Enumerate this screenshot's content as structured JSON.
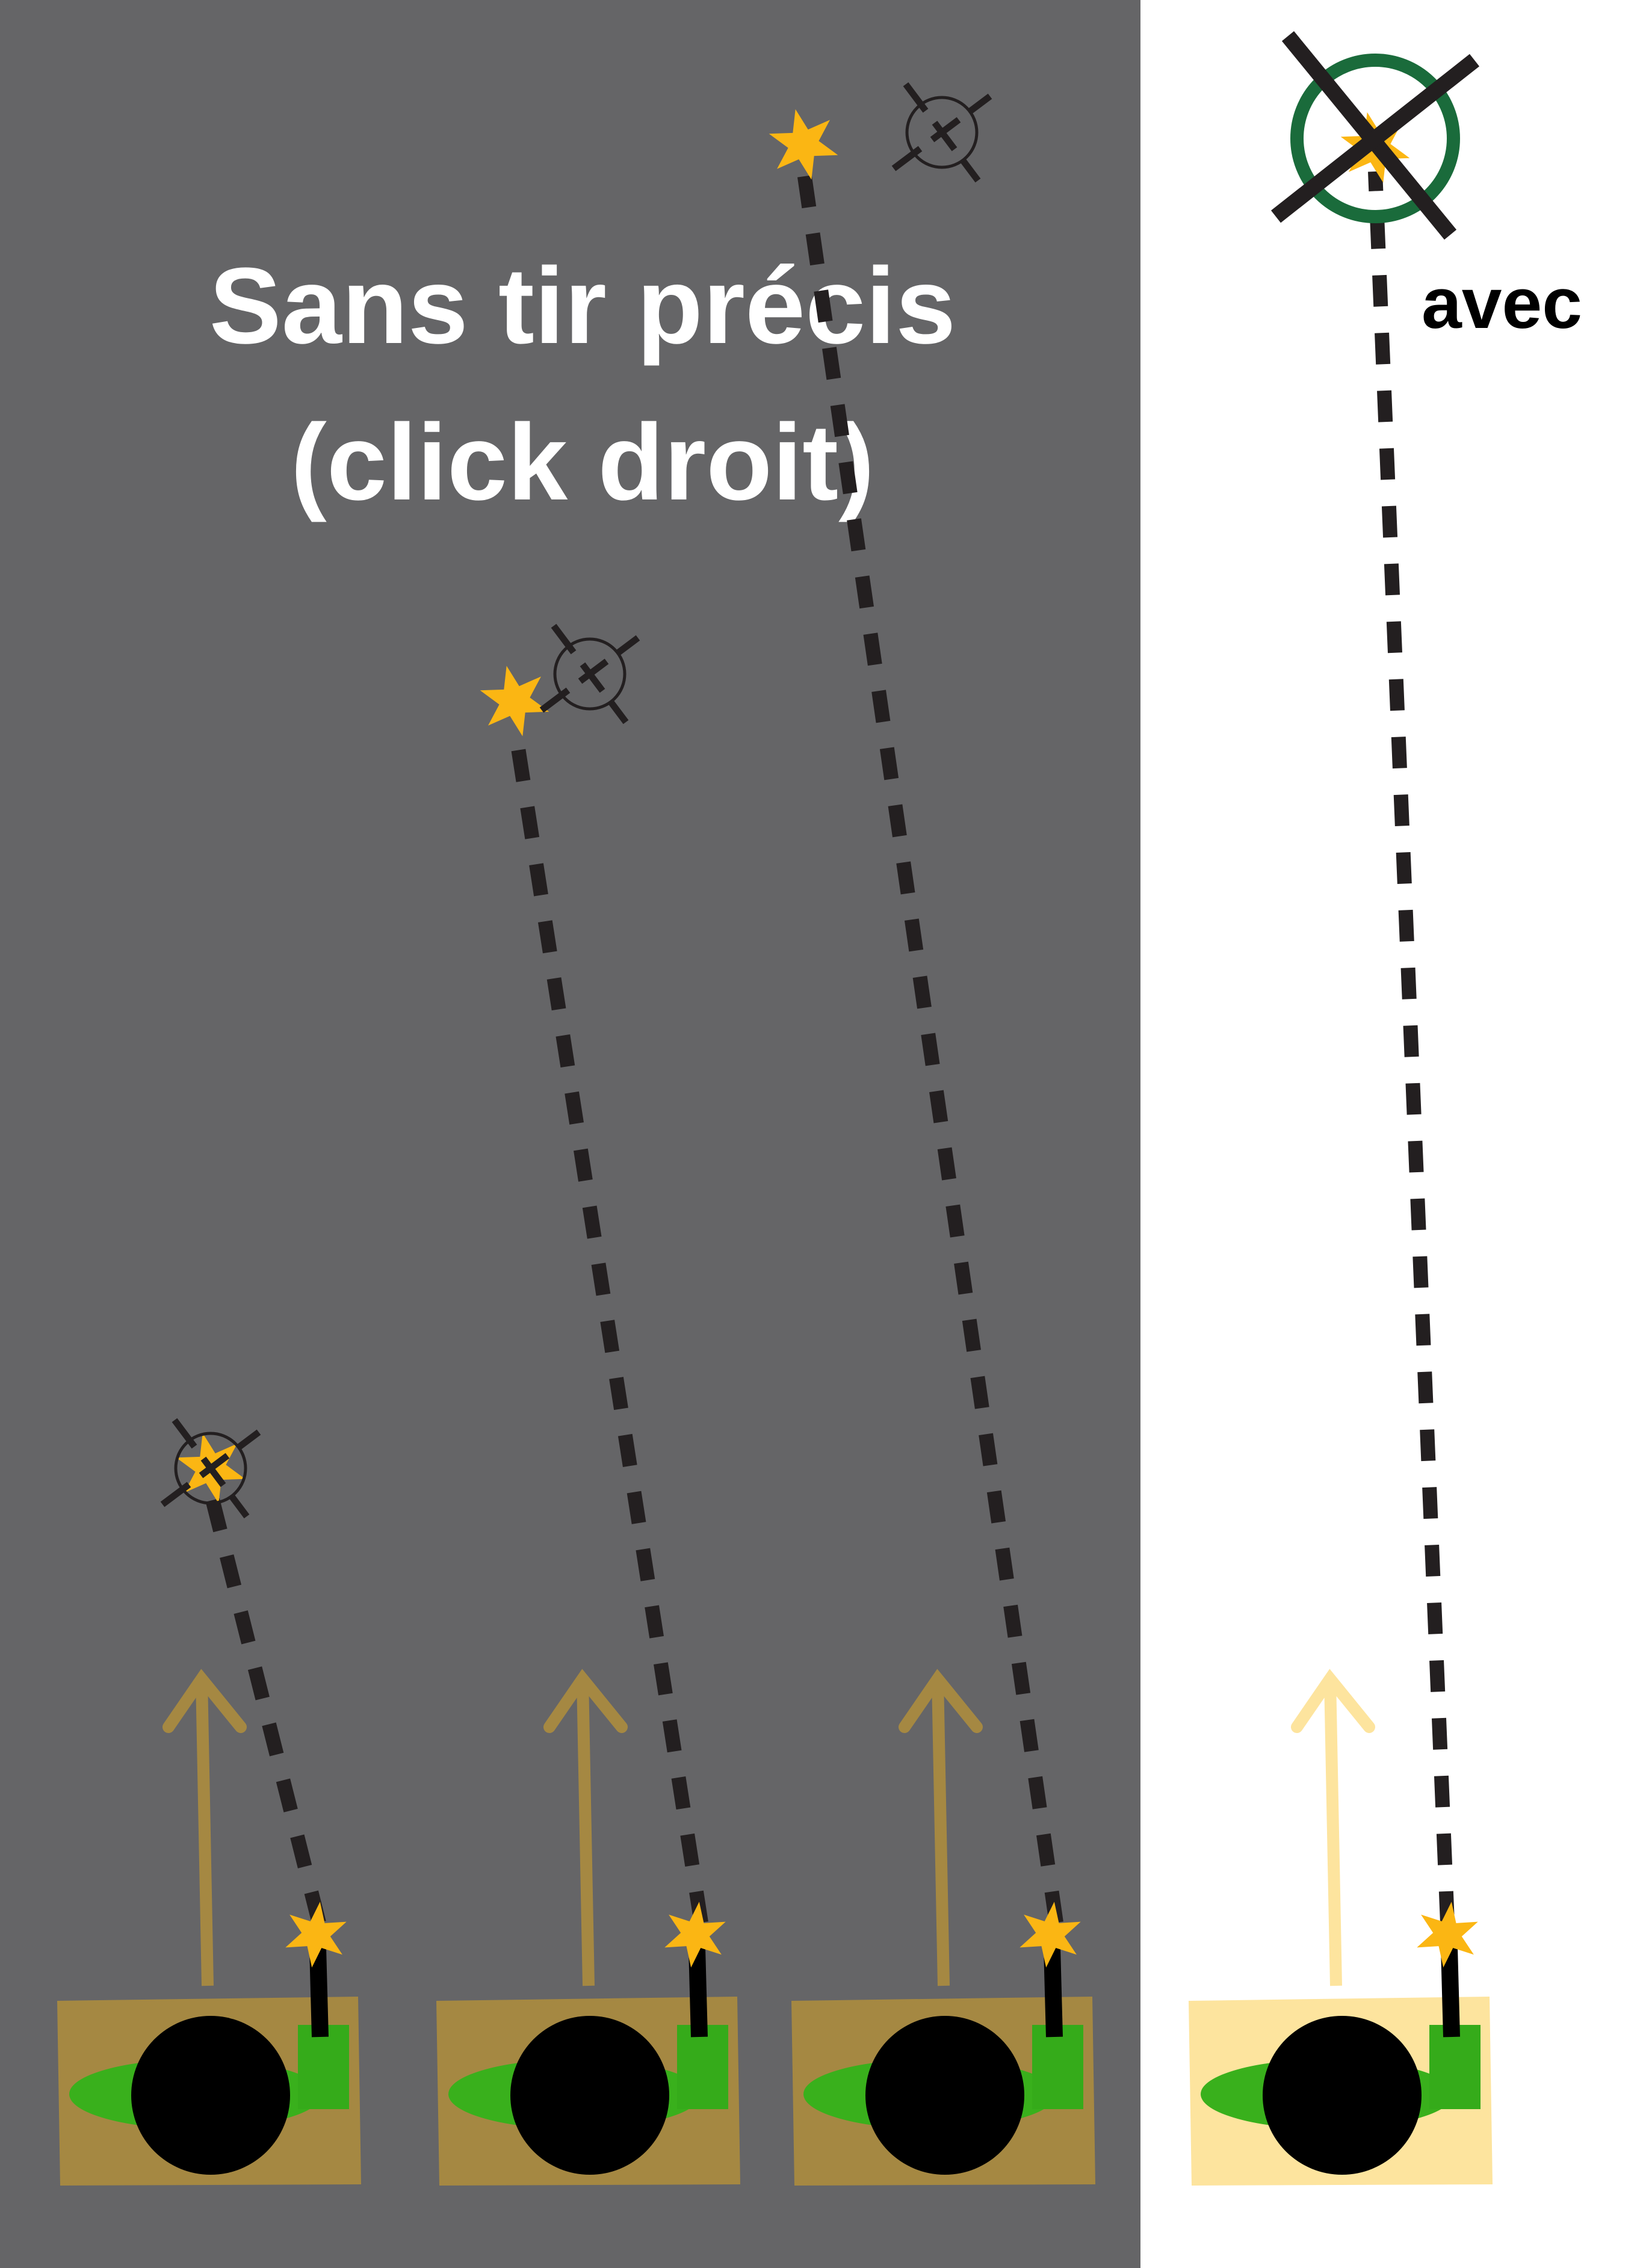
{
  "left_panel": {
    "title_line1": "Sans tir précis",
    "title_line2": "(click droit)",
    "background": "#656567",
    "scenarios": [
      {
        "name": "short-range",
        "box_color": "#a58842",
        "arrow_color": "#a58842"
      },
      {
        "name": "mid-range",
        "box_color": "#a58842",
        "arrow_color": "#a58842"
      },
      {
        "name": "long-range",
        "box_color": "#a58842",
        "arrow_color": "#a58842"
      }
    ]
  },
  "right_panel": {
    "label": "avec",
    "background": "#ffffff",
    "box_color": "#fde49e",
    "arrow_color": "#fde49e",
    "target_ring_color": "#1a6b3b"
  },
  "colors": {
    "trajectory": "#231f20",
    "muzzle_flash": "#fbb613",
    "tank_body": "#000000",
    "tank_tread": "#39b01c",
    "turret_mount": "#35ab1a",
    "barrel": "#000000",
    "crosshair": "#231f20"
  },
  "icons": [
    "tank-icon",
    "muzzle-flash-icon",
    "crosshair-icon",
    "movement-arrow-icon",
    "impact-flash-icon"
  ]
}
